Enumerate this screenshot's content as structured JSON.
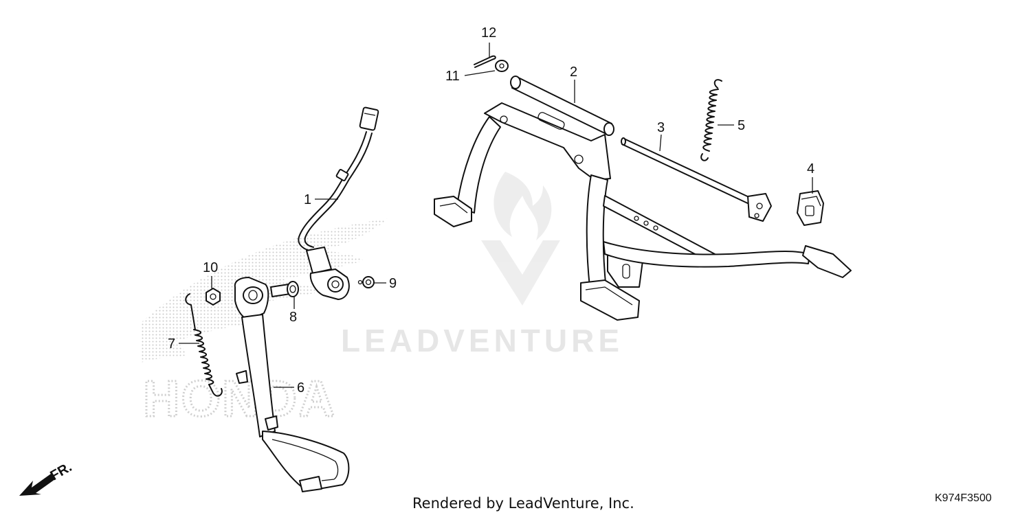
{
  "watermark": {
    "text": "LEADVENTURE"
  },
  "brand_mark": {
    "text": "HONDA"
  },
  "footer": {
    "rendered_by": "Rendered by LeadVenture, Inc.",
    "diagram_code": "K974F3500"
  },
  "direction": {
    "label": "FR."
  },
  "callouts": {
    "c1": "1",
    "c2": "2",
    "c3": "3",
    "c4": "4",
    "c5": "5",
    "c6": "6",
    "c7": "7",
    "c8": "8",
    "c9": "9",
    "c10": "10",
    "c11": "11",
    "c12": "12"
  },
  "colors": {
    "line": "#111111",
    "watermark": "#e6e6e6",
    "background": "#ffffff"
  }
}
